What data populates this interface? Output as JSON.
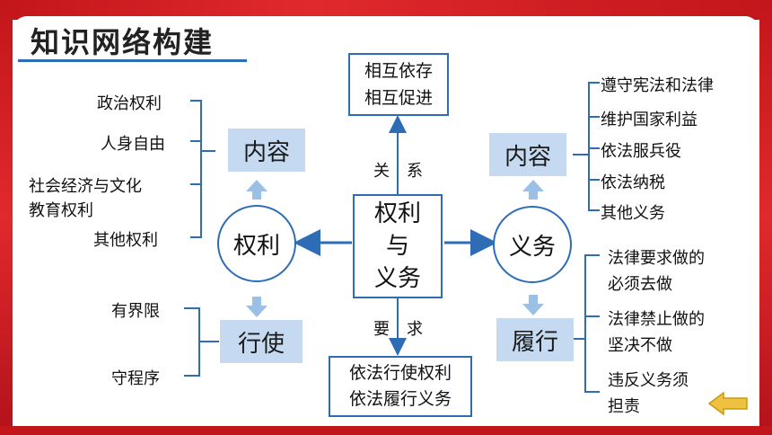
{
  "title": "知识网络构建",
  "center": {
    "line1": "权利",
    "line2": "与",
    "line3": "义务"
  },
  "relation": {
    "box_line1": "相互依存",
    "box_line2": "相互促进",
    "label_a": "关",
    "label_b": "系"
  },
  "requirement": {
    "box_line1": "依法行使权利",
    "box_line2": "依法履行义务",
    "label_a": "要",
    "label_b": "求"
  },
  "rights": {
    "circle": "权利",
    "content_label": "内容",
    "exercise_label": "行使",
    "content_items": [
      "政治权利",
      "人身自由",
      "社会经济与文化",
      "教育权利",
      "其他权利"
    ],
    "exercise_items": [
      "有界限",
      "守程序"
    ]
  },
  "duties": {
    "circle": "义务",
    "content_label": "内容",
    "fulfil_label": "履行",
    "content_items": [
      "遵守宪法和法律",
      "维护国家利益",
      "依法服兵役",
      "依法纳税",
      "其他义务"
    ],
    "fulfil_items": [
      "法律要求做的",
      "必须去做",
      "法律禁止做的",
      "坚决不做",
      "违反义务须",
      "担责"
    ]
  },
  "colors": {
    "frame": "#c2161b",
    "line": "#2e6db5",
    "label_fill": "#c5d9f1",
    "arrow_fill": "#9bc0e6",
    "back_arrow": "#f0c040"
  },
  "icons": {
    "back": "back-arrow-icon"
  }
}
